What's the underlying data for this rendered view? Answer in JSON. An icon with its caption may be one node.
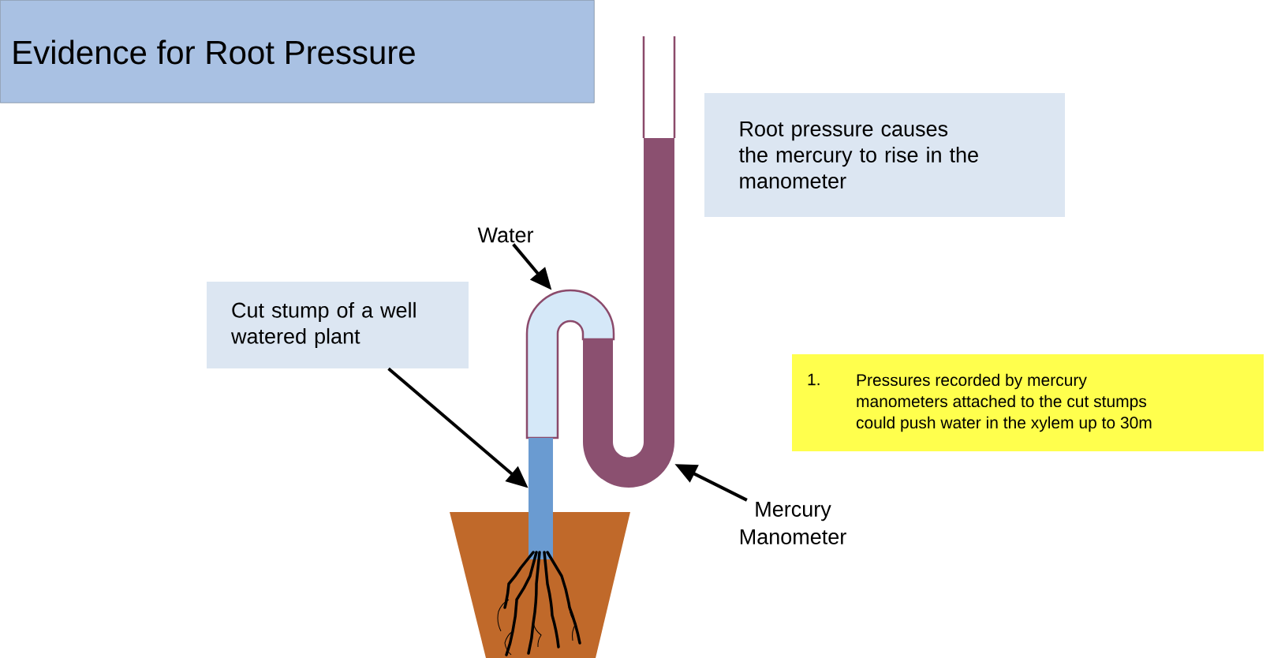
{
  "diagram": {
    "title": "Evidence for Root Pressure",
    "nodes": [
      {
        "text": [
          "Water"
        ]
      },
      {
        "text": [],
        "shape": "tube"
      },
      {
        "text": [
          "Cut stump of a well watered plant"
        ]
      },
      {
        "text": [],
        "shape": "bar"
      },
      {
        "text": [
          "Root pressure causes the mercury to rise in the manometer"
        ]
      },
      {
        "text": [
          "1.",
          "Pressures recorded by mercury manometers attached to the cut stumps could push water in the xylem up to 30m"
        ]
      },
      {
        "text": [
          "Mercury Manometer"
        ]
      },
      {
        "text": [],
        "shape": "tube"
      }
    ],
    "edges": [
      {
        "from": 0,
        "to": 1,
        "arrow": "to"
      },
      {
        "from": 2,
        "to": 3,
        "arrow": "to"
      },
      {
        "from": 6,
        "to": 7,
        "arrow": "to"
      }
    ]
  }
}
